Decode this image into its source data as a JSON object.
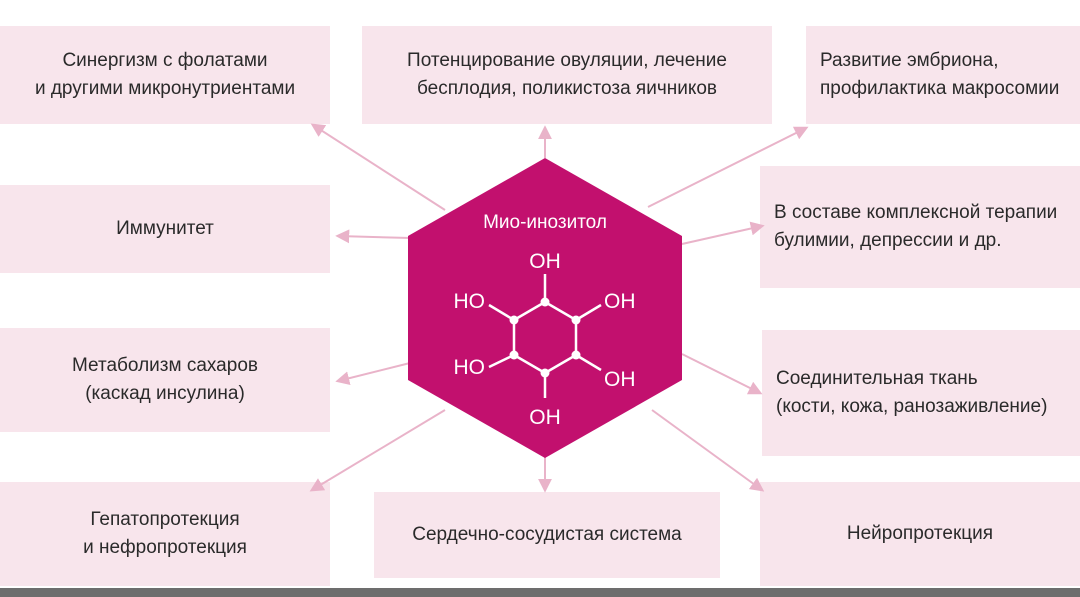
{
  "center": {
    "title": "Мио-инозитол",
    "groups": [
      "OH",
      "HO",
      "OH",
      "HO",
      "OH",
      "OH"
    ]
  },
  "boxes": {
    "folates": "Синергизм с фолатами\nи другими микронутриентами",
    "ovulation": "Потенцирование овуляции, лечение\nбесплодия, поликистоза яичников",
    "embryo": "Развитие эмбриона,\nпрофилактика макросомии",
    "immunity": "Иммунитет",
    "therapy": "В составе комплексной терапии\nбулимии, депрессии и др.",
    "metabolism": "Метаболизм сахаров\n(каскад инсулина)",
    "connective": "Соединительная ткань\n(кости, кожа, ранозаживление)",
    "hepato": "Гепатопротекция\nи нефропротекция",
    "cardio": "Сердечно-сосудистая система",
    "neuro": "Нейропротекция"
  },
  "colors": {
    "hexagon": "#c2106e",
    "box_fill": "#f8e5ec",
    "arrow": "#e9b3c9"
  }
}
